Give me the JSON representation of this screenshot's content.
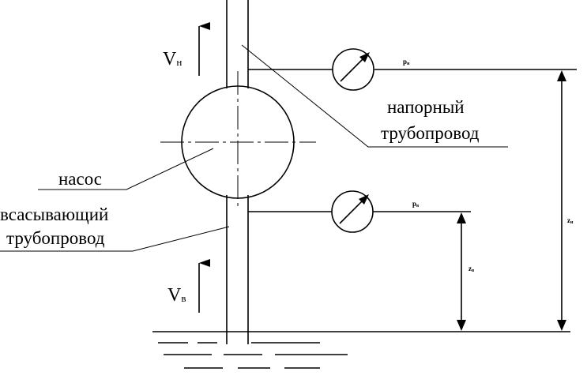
{
  "labels": {
    "discharge_line_1": "напорный",
    "discharge_line_2": "трубопровод",
    "pump": "насос",
    "suction_line_1": "всасывающий",
    "suction_line_2": "трубопровод"
  },
  "velocity_discharge": {
    "main": "V",
    "sub": "н"
  },
  "velocity_suction": {
    "main": "V",
    "sub": "в"
  },
  "gauge_discharge_label": {
    "main": "p",
    "sub": "н"
  },
  "gauge_suction_label": {
    "main": "p",
    "sub": "в"
  },
  "dimension_discharge": {
    "main": "z",
    "sub": "н"
  },
  "dimension_suction": {
    "main": "z",
    "sub": "в"
  },
  "colors": {
    "line": "#000000",
    "background": "#ffffff"
  }
}
